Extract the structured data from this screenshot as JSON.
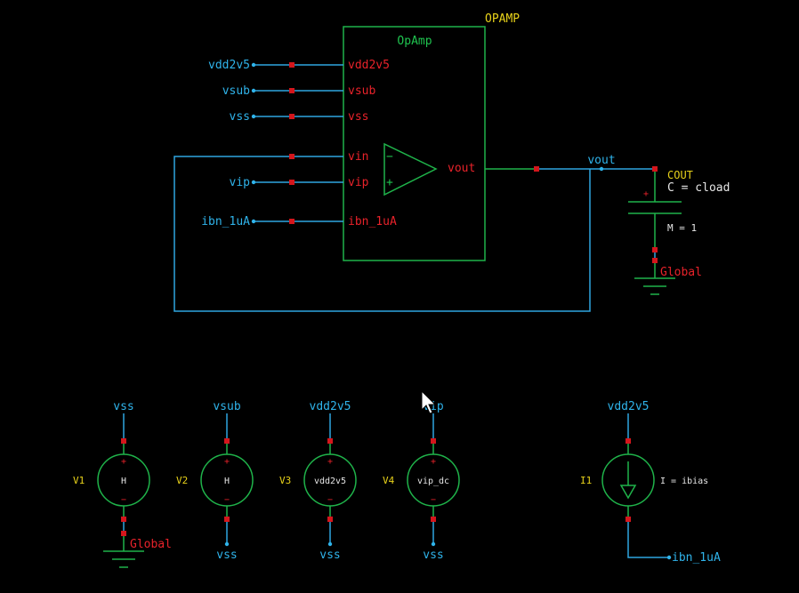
{
  "opamp": {
    "instance_name": "OPAMP",
    "cell_name": "OpAmp",
    "pins": {
      "vdd": "vdd2v5",
      "vsub": "vsub",
      "vss": "vss",
      "vin": "vin",
      "vip": "vip",
      "ibn": "ibn_1uA",
      "vout": "vout"
    },
    "minus_sign": "−",
    "plus_sign": "+"
  },
  "nets": {
    "vdd2v5": "vdd2v5",
    "vsub": "vsub",
    "vss": "vss",
    "vip": "vip",
    "ibn_1uA": "ibn_1uA",
    "vout": "vout"
  },
  "capacitor": {
    "instance_name": "COUT",
    "param_c": "C = cload",
    "param_m": "M = 1",
    "plus_sign": "+",
    "ground_label": "Global"
  },
  "sources": [
    {
      "inst": "V1",
      "center_text": "H",
      "top_net": "vss",
      "bottom_net": "Global",
      "bottom_is_ground": true
    },
    {
      "inst": "V2",
      "center_text": "H",
      "top_net": "vsub",
      "bottom_net": "vss"
    },
    {
      "inst": "V3",
      "center_text": "vdd2v5",
      "top_net": "vdd2v5",
      "bottom_net": "vss"
    },
    {
      "inst": "V4",
      "center_text": "vip_dc",
      "top_net": "vip",
      "bottom_net": "vss"
    }
  ],
  "current_source": {
    "inst": "I1",
    "param": "I = ibias",
    "top_net": "vdd2v5",
    "bottom_net": "ibn_1uA"
  },
  "signs": {
    "plus": "+",
    "minus": "−"
  },
  "colors": {
    "background": "#000000",
    "wire_blue": "#2fa6e0",
    "symbol_green": "#1fb34a",
    "pin_red": "#d4161c",
    "label_yellow": "#e8d21a"
  }
}
